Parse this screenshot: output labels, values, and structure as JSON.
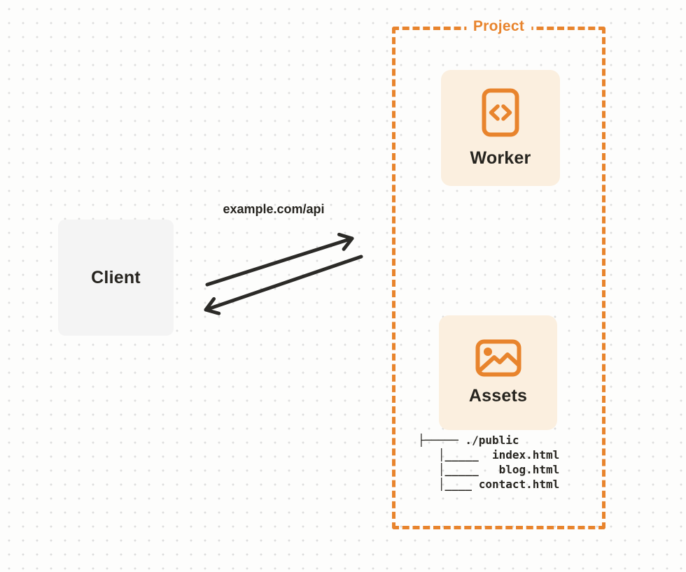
{
  "colors": {
    "accent": "#E8842D",
    "card_bg": "#FBEFDF",
    "client_bg": "#F4F4F4",
    "text": "#26241F",
    "arrow": "#2B2A27",
    "page_bg": "#FDFDFC",
    "grid_dot": "#DEDEDE"
  },
  "client": {
    "label": "Client"
  },
  "request": {
    "label": "example.com/api"
  },
  "project": {
    "label": "Project",
    "worker": {
      "label": "Worker",
      "icon": "code-file-icon"
    },
    "assets": {
      "label": "Assets",
      "icon": "image-icon"
    },
    "file_tree": {
      "lines": [
        "├───── ./public",
        "   │_____  index.html",
        "   │_____   blog.html",
        "   │____ contact.html"
      ]
    }
  }
}
